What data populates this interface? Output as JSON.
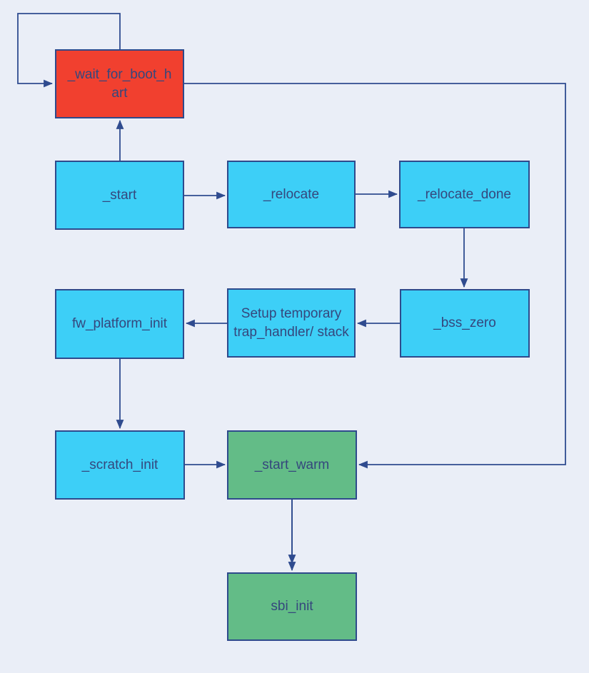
{
  "diagram": {
    "type": "flowchart",
    "nodes": [
      {
        "id": "wait_for_boot_hart",
        "label": "_wait_for_boot_hart",
        "color_role": "red"
      },
      {
        "id": "start",
        "label": "_start",
        "color_role": "cyan"
      },
      {
        "id": "relocate",
        "label": "_relocate",
        "color_role": "cyan"
      },
      {
        "id": "relocate_done",
        "label": "_relocate_done",
        "color_role": "cyan"
      },
      {
        "id": "bss_zero",
        "label": "_bss_zero",
        "color_role": "cyan"
      },
      {
        "id": "setup_temp",
        "label": "Setup temporary trap_handler/ stack",
        "color_role": "cyan"
      },
      {
        "id": "fw_platform_init",
        "label": "fw_platform_init",
        "color_role": "cyan"
      },
      {
        "id": "scratch_init",
        "label": "_scratch_init",
        "color_role": "cyan"
      },
      {
        "id": "start_warm",
        "label": "_start_warm",
        "color_role": "green"
      },
      {
        "id": "sbi_init",
        "label": "sbi_init",
        "color_role": "green"
      }
    ],
    "edges": [
      {
        "from": "wait_for_boot_hart",
        "to": "wait_for_boot_hart",
        "note": "self-loop"
      },
      {
        "from": "start",
        "to": "wait_for_boot_hart"
      },
      {
        "from": "start",
        "to": "relocate"
      },
      {
        "from": "relocate",
        "to": "relocate_done"
      },
      {
        "from": "relocate_done",
        "to": "bss_zero"
      },
      {
        "from": "bss_zero",
        "to": "setup_temp"
      },
      {
        "from": "setup_temp",
        "to": "fw_platform_init"
      },
      {
        "from": "fw_platform_init",
        "to": "scratch_init"
      },
      {
        "from": "scratch_init",
        "to": "start_warm"
      },
      {
        "from": "wait_for_boot_hart",
        "to": "start_warm",
        "note": "long feedback edge around right side"
      },
      {
        "from": "start_warm",
        "to": "sbi_init",
        "note": "double arrowhead"
      }
    ],
    "colors": {
      "background": "#EAEEF7",
      "node_cyan": "#3DCFF7",
      "node_red": "#F1402F",
      "node_green": "#63BC87",
      "node_border": "#2E4A8C",
      "connector": "#2F4B8F",
      "label_text": "#35477D"
    }
  }
}
